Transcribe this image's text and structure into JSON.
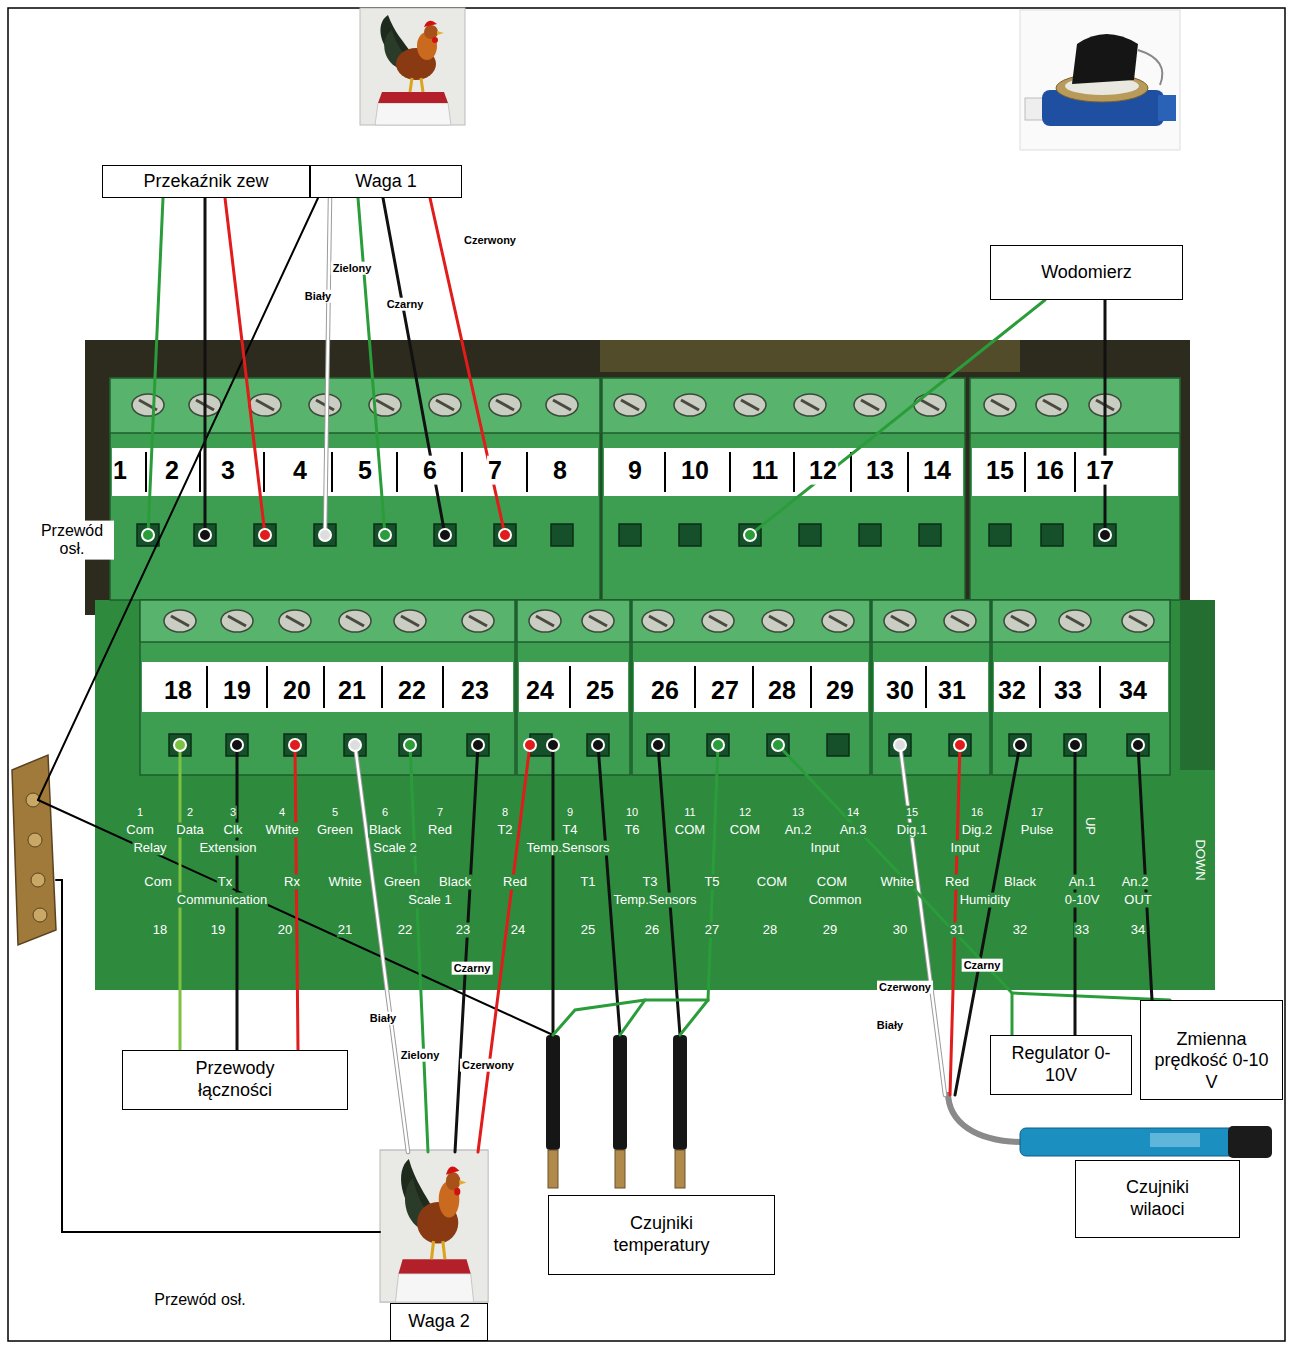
{
  "diagram": {
    "nodes": [
      {
        "text": [
          "Przekaźnik zew"
        ]
      },
      {
        "text": [
          "Waga 1"
        ]
      },
      {
        "text": [
          "Wodomierz"
        ]
      },
      {
        "text": [
          "Przewody łączności"
        ]
      },
      {
        "text": [
          "Regulator 0-10V"
        ]
      },
      {
        "text": [
          "Zmienna prędkość 0-10 V"
        ]
      },
      {
        "text": [
          "Czujniki wilaoci"
        ]
      },
      {
        "text": [
          "Czujniki temperatury"
        ]
      },
      {
        "text": [
          "Waga 2"
        ]
      }
    ],
    "labels": [
      "Czerwony",
      "Zielony",
      "Biały",
      "Czarny",
      "Przewód osł.",
      "1",
      "2",
      "3",
      "4",
      "5",
      "6",
      "7",
      "8",
      "9",
      "10",
      "11",
      "12",
      "13",
      "14",
      "15",
      "16",
      "17",
      "18",
      "19",
      "20",
      "21",
      "22",
      "23",
      "24",
      "25",
      "26",
      "27",
      "28",
      "29",
      "30",
      "31",
      "32",
      "33",
      "34",
      "1",
      "2",
      "3",
      "4",
      "5",
      "6",
      "7",
      "8",
      "9",
      "10",
      "11",
      "12",
      "13",
      "14",
      "15",
      "16",
      "17",
      "Com",
      "Data",
      "Clk",
      "White",
      "Green",
      "Black",
      "Red",
      "T2",
      "T4",
      "T6",
      "COM",
      "COM",
      "An.2",
      "An.3",
      "Dig.1",
      "Dig.2",
      "Pulse",
      "UP",
      "DOWN",
      "Relay",
      "Extension",
      "Scale 2",
      "Temp.Sensors",
      "Input",
      "Input",
      "Com",
      "Tx",
      "Rx",
      "White",
      "Green",
      "Black",
      "Red",
      "T1",
      "T3",
      "T5",
      "COM",
      "COM",
      "White",
      "Red",
      "Black",
      "An.1",
      "An.2",
      "Communication",
      "Scale 1",
      "Temp.Sensors",
      "Common",
      "Humidity",
      "0-10V",
      "OUT",
      "18",
      "19",
      "20",
      "21",
      "22",
      "23",
      "24",
      "25",
      "26",
      "27",
      "28",
      "29",
      "30",
      "31",
      "32",
      "33",
      "34",
      "Czarny",
      "Czerwony",
      "Czarny",
      "Biały",
      "Biały",
      "Zielony",
      "Czerwony",
      "Przewód osł."
    ]
  }
}
